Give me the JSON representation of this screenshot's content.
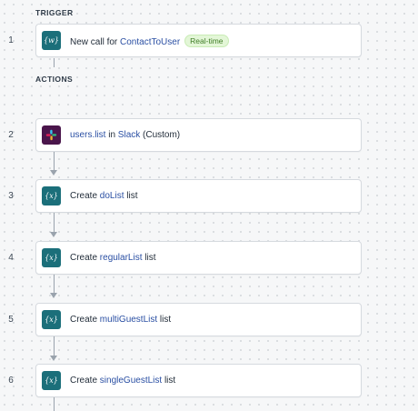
{
  "sections": {
    "trigger": "TRIGGER",
    "actions": "ACTIONS"
  },
  "steps": [
    {
      "num": "1",
      "icon": "variable-icon",
      "icon_glyph": "{w}",
      "prefix": "New call for ",
      "datapill": "ContactToUser",
      "badge": "Real-time"
    },
    {
      "num": "2",
      "icon": "slack-icon",
      "datapill": "users.list",
      "middle": " in ",
      "app": "Slack",
      "suffix": " (Custom)"
    },
    {
      "num": "3",
      "icon": "variable-icon",
      "icon_glyph": "{x}",
      "prefix": "Create ",
      "datapill": "doList",
      "suffix": " list"
    },
    {
      "num": "4",
      "icon": "variable-icon",
      "icon_glyph": "{x}",
      "prefix": "Create ",
      "datapill": "regularList",
      "suffix": " list"
    },
    {
      "num": "5",
      "icon": "variable-icon",
      "icon_glyph": "{x}",
      "prefix": "Create ",
      "datapill": "multiGuestList",
      "suffix": " list"
    },
    {
      "num": "6",
      "icon": "variable-icon",
      "icon_glyph": "{x}",
      "prefix": "Create ",
      "datapill": "singleGuestList",
      "suffix": " list"
    }
  ],
  "colors": {
    "variable_icon_bg": "#1b6f7a",
    "slack_icon_bg": "#4a154b",
    "datapill": "#2a4fa3",
    "badge_bg": "#e3f6d7"
  }
}
